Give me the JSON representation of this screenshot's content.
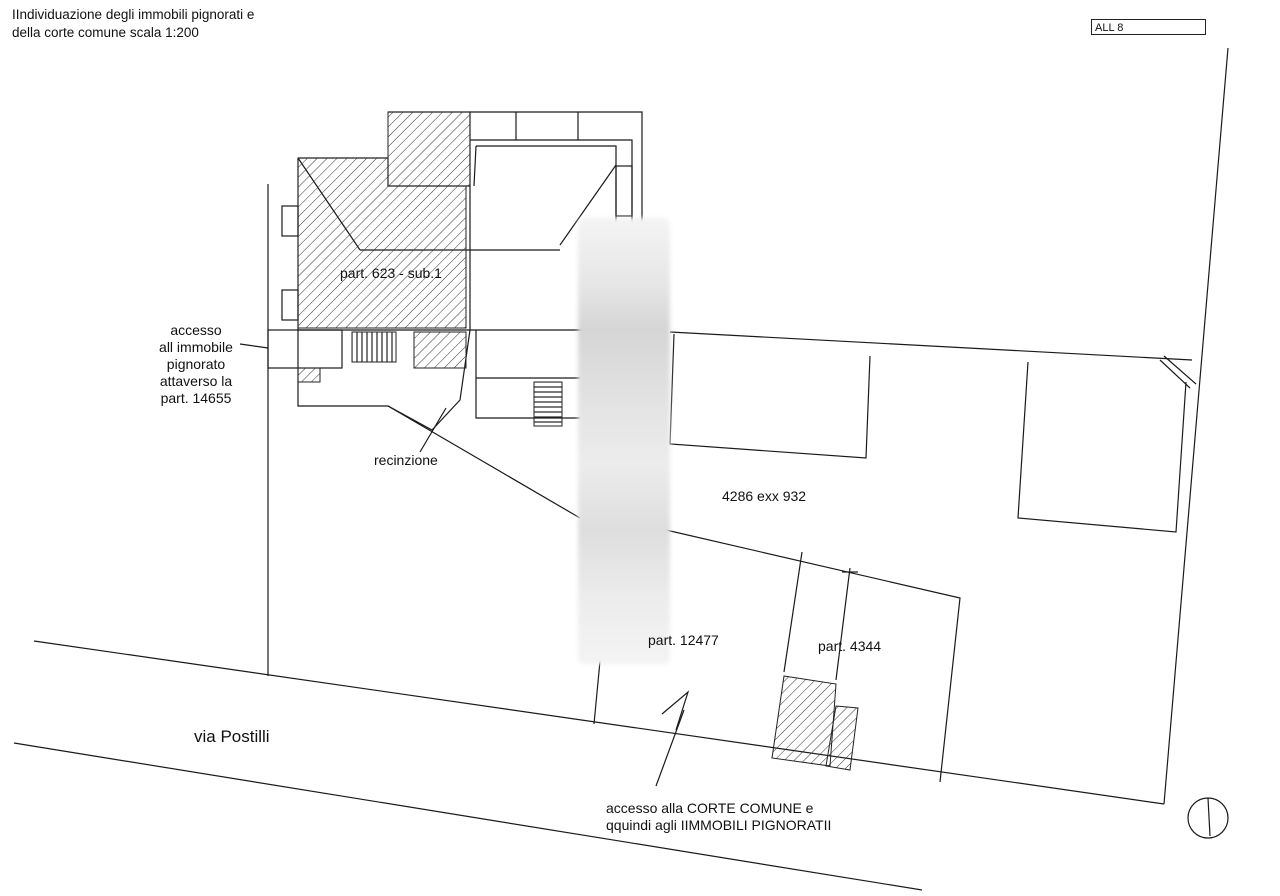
{
  "title_line1": "IIndividuazione degli immobili pignorati e",
  "title_line2": "della corte comune scala 1:200",
  "sheet_tag": "ALL 8",
  "labels": {
    "parcel_623": "part. 623 - sub.1",
    "access_note": [
      "accesso",
      "all immobile",
      "pignorato",
      "attaverso la",
      "part. 14655"
    ],
    "fence": "recinzione",
    "parcel_4286": "4286 exx 932",
    "parcel_12477": "part. 12477",
    "parcel_4344": "part. 4344",
    "street": "via Postilli",
    "common_access_line1": "accesso alla CORTE COMUNE e",
    "common_access_line2": "qquindi agli IIMMOBILI  PIGNORATII"
  },
  "colors": {
    "line": "#1a1a1a",
    "hatch": "#333333",
    "paper": "#ffffff"
  }
}
